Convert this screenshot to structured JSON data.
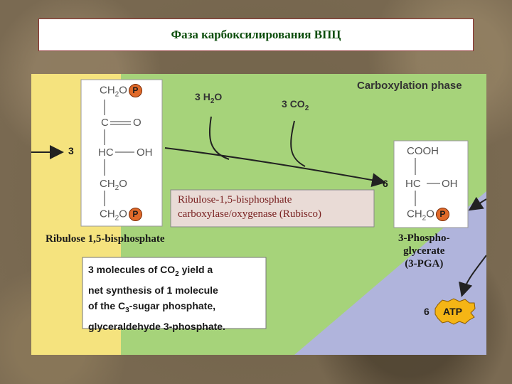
{
  "slide": {
    "title": "Фаза карбоксилирования ВПЦ"
  },
  "diagram": {
    "phase_label": "Carboxylation phase",
    "water": {
      "coef": "3",
      "formula_main": "H",
      "formula_sub": "2",
      "formula_end": "O"
    },
    "co2": {
      "coef": "3",
      "formula_main": "CO",
      "formula_sub": "2"
    },
    "rubp": {
      "coef": "3",
      "line1_a": "CH",
      "line1_sub": "2",
      "line1_b": "O",
      "line2": "C",
      "line2_o": "O",
      "line3_a": "HC",
      "line3_b": "OH",
      "line4_a": "CH",
      "line4_sub": "2",
      "line4_b": "O",
      "line5_a": "CH",
      "line5_sub": "2",
      "line5_b": "O",
      "p": "P",
      "name": "Ribulose 1,5-bisphosphate"
    },
    "enzyme": {
      "line1": "Ribulose-1,5-bisphosphate",
      "line2": "carboxylase/oxygenase (Rubisco)"
    },
    "pga": {
      "coef": "6",
      "line1": "COOH",
      "line2_a": "HC",
      "line2_b": "OH",
      "line3_a": "CH",
      "line3_sub": "2",
      "line3_b": "O",
      "p": "P",
      "name_line1": "3-Phospho-",
      "name_line2": "glycerate",
      "name_line3": "(3-PGA)"
    },
    "atp": {
      "coef": "6",
      "label": "ATP"
    },
    "note": {
      "line1_a": "3 molecules of CO",
      "line1_sub": "2",
      "line1_b": " yield a",
      "line2": "net synthesis of 1 molecule",
      "line3_a": "of the C",
      "line3_sub": "3",
      "line3_b": "-sugar phosphate,",
      "line4": "glyceraldehyde 3-phosphate."
    },
    "colors": {
      "yellow_region": "#f5e37e",
      "green_region": "#a6d37a",
      "purple_region": "#b0b4dc",
      "enzyme_box": "#e9dbd6",
      "phosphate": "#e06a2a"
    }
  }
}
